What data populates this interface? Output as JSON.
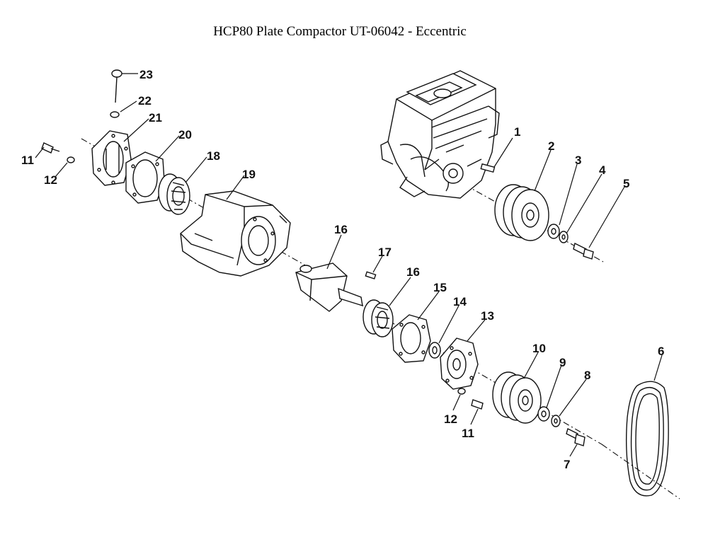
{
  "title": "HCP80 Plate Compactor UT-06042 - Eccentric",
  "callouts": [
    {
      "id": "c1",
      "text": "1"
    },
    {
      "id": "c2",
      "text": "2"
    },
    {
      "id": "c3",
      "text": "3"
    },
    {
      "id": "c4",
      "text": "4"
    },
    {
      "id": "c5",
      "text": "5"
    },
    {
      "id": "c6",
      "text": "6"
    },
    {
      "id": "c7",
      "text": "7"
    },
    {
      "id": "c8",
      "text": "8"
    },
    {
      "id": "c9",
      "text": "9"
    },
    {
      "id": "c10",
      "text": "10"
    },
    {
      "id": "c11a",
      "text": "11"
    },
    {
      "id": "c11b",
      "text": "11"
    },
    {
      "id": "c12a",
      "text": "12"
    },
    {
      "id": "c12b",
      "text": "12"
    },
    {
      "id": "c13",
      "text": "13"
    },
    {
      "id": "c14",
      "text": "14"
    },
    {
      "id": "c15",
      "text": "15"
    },
    {
      "id": "c16a",
      "text": "16"
    },
    {
      "id": "c16b",
      "text": "16"
    },
    {
      "id": "c17",
      "text": "17"
    },
    {
      "id": "c18",
      "text": "18"
    },
    {
      "id": "c19",
      "text": "19"
    },
    {
      "id": "c20",
      "text": "20"
    },
    {
      "id": "c21",
      "text": "21"
    },
    {
      "id": "c22",
      "text": "22"
    },
    {
      "id": "c23",
      "text": "23"
    }
  ]
}
